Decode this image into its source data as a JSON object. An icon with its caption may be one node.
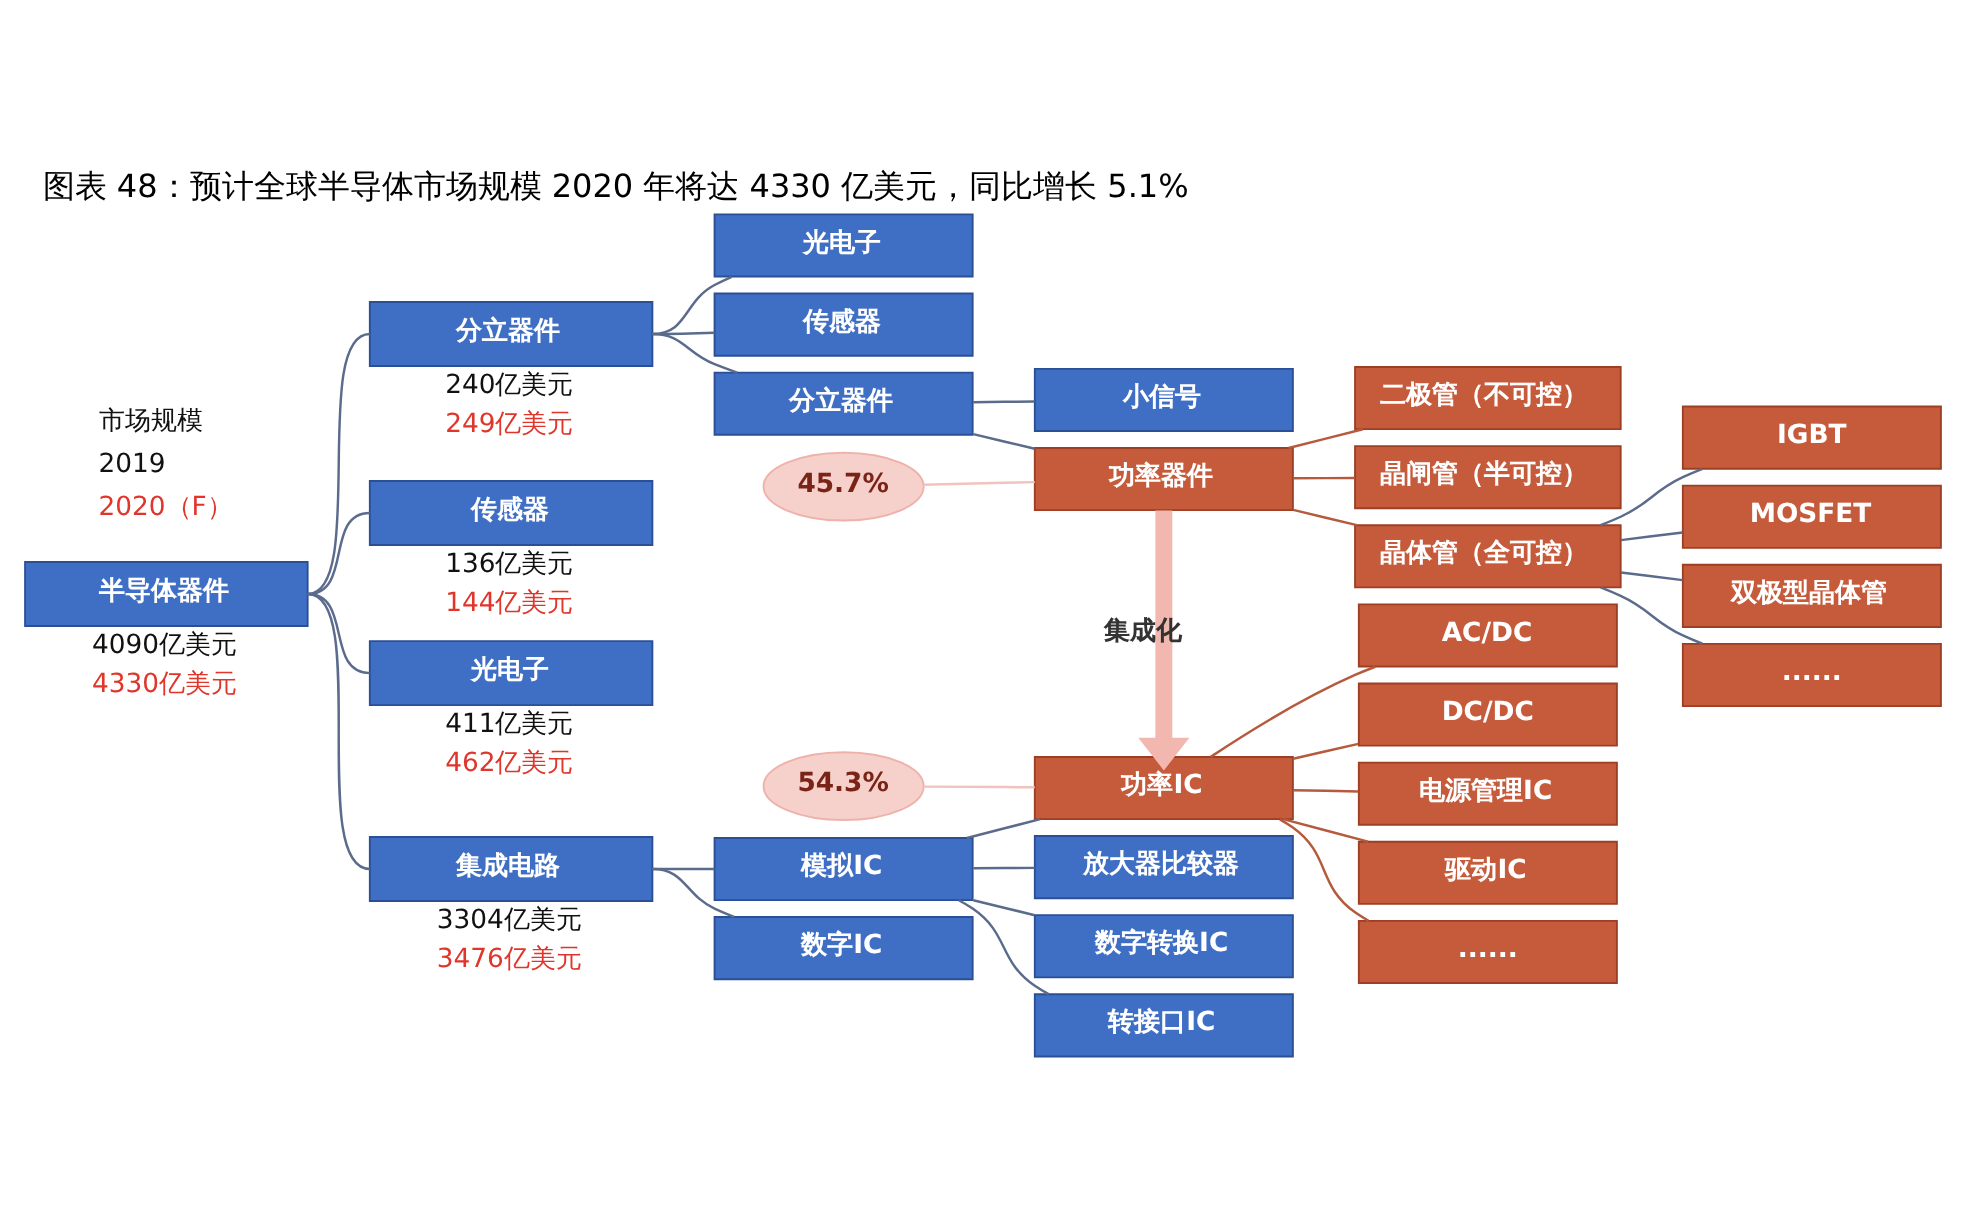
{
  "diagram": {
    "title": "图表 48：预计全球半导体市场规模 2020 年将达 4330 亿美元，同比增长 5.1%",
    "nodes": [
      {
        "text": [
          "半导体器件"
        ],
        "beside": [
          "4090亿美元",
          "4330亿美元"
        ]
      },
      {
        "text": [
          "分立器件"
        ],
        "beside": [
          "240亿美元",
          "249亿美元"
        ]
      },
      {
        "text": [
          "传感器"
        ],
        "beside": [
          "136亿美元",
          "144亿美元"
        ]
      },
      {
        "text": [
          "光电子"
        ],
        "beside": [
          "411亿美元",
          "462亿美元"
        ]
      },
      {
        "text": [
          "集成电路"
        ],
        "beside": [
          "3304亿美元",
          "3476亿美元"
        ]
      },
      {
        "text": [
          "光电子"
        ]
      },
      {
        "text": [
          "传感器"
        ]
      },
      {
        "text": [
          "分立器件"
        ]
      },
      {
        "text": [
          "小信号"
        ]
      },
      {
        "text": [
          "功率器件"
        ]
      },
      {
        "text": [
          "二极管（不可控）"
        ]
      },
      {
        "text": [
          "晶闸管（半可控）"
        ]
      },
      {
        "text": [
          "晶体管（全可控）"
        ]
      },
      {
        "text": [
          "IGBT"
        ]
      },
      {
        "text": [
          "MOSFET"
        ]
      },
      {
        "text": [
          "双极型晶体管"
        ]
      },
      {
        "text": [
          "......"
        ]
      },
      {
        "text": [
          "45.7%"
        ]
      },
      {
        "text": [
          "54.3%"
        ]
      },
      {
        "text": [
          "模拟IC"
        ]
      },
      {
        "text": [
          "数字IC"
        ]
      },
      {
        "text": [
          "功率IC"
        ]
      },
      {
        "text": [
          "放大器比较器"
        ]
      },
      {
        "text": [
          "数字转换IC"
        ]
      },
      {
        "text": [
          "转接口IC"
        ]
      },
      {
        "text": [
          "AC/DC"
        ]
      },
      {
        "text": [
          "DC/DC"
        ]
      },
      {
        "text": [
          "电源管理IC"
        ]
      },
      {
        "text": [
          "驱动IC"
        ]
      },
      {
        "text": [
          "......"
        ]
      }
    ],
    "edges": [
      {
        "from": 0,
        "to": 1,
        "arrow": "none"
      },
      {
        "from": 0,
        "to": 2,
        "arrow": "none"
      },
      {
        "from": 0,
        "to": 3,
        "arrow": "none"
      },
      {
        "from": 0,
        "to": 4,
        "arrow": "none"
      },
      {
        "from": 1,
        "to": 5,
        "arrow": "none"
      },
      {
        "from": 1,
        "to": 6,
        "arrow": "none"
      },
      {
        "from": 1,
        "to": 7,
        "arrow": "none"
      },
      {
        "from": 7,
        "to": 8,
        "arrow": "none"
      },
      {
        "from": 7,
        "to": 9,
        "arrow": "none"
      },
      {
        "from": 9,
        "to": 10,
        "arrow": "none",
        "color": "#b55a3c"
      },
      {
        "from": 9,
        "to": 11,
        "arrow": "none",
        "color": "#b55a3c"
      },
      {
        "from": 9,
        "to": 12,
        "arrow": "none",
        "color": "#b55a3c"
      },
      {
        "from": 12,
        "to": 13,
        "arrow": "none"
      },
      {
        "from": 12,
        "to": 14,
        "arrow": "none"
      },
      {
        "from": 12,
        "to": 15,
        "arrow": "none"
      },
      {
        "from": 12,
        "to": 16,
        "arrow": "none"
      },
      {
        "from": 17,
        "to": 9,
        "arrow": "none",
        "color": "#f2c2bc"
      },
      {
        "from": 9,
        "to": 21,
        "arrow": "to",
        "label": "集成化",
        "style": "thick",
        "color": "#f2b8b0"
      },
      {
        "from": 18,
        "to": 21,
        "arrow": "none",
        "color": "#f2c2bc"
      },
      {
        "from": 4,
        "to": 19,
        "arrow": "none"
      },
      {
        "from": 4,
        "to": 20,
        "arrow": "none"
      },
      {
        "from": 19,
        "to": 21,
        "arrow": "none"
      },
      {
        "from": 19,
        "to": 22,
        "arrow": "none"
      },
      {
        "from": 19,
        "to": 23,
        "arrow": "none"
      },
      {
        "from": 19,
        "to": 24,
        "arrow": "none"
      },
      {
        "from": 21,
        "to": 25,
        "arrow": "none",
        "color": "#b55a3c"
      },
      {
        "from": 21,
        "to": 26,
        "arrow": "none",
        "color": "#b55a3c"
      },
      {
        "from": 21,
        "to": 27,
        "arrow": "none",
        "color": "#b55a3c"
      },
      {
        "from": 21,
        "to": 28,
        "arrow": "none",
        "color": "#b55a3c"
      },
      {
        "from": 21,
        "to": 29,
        "arrow": "none",
        "color": "#b55a3c"
      }
    ],
    "labels": [
      "市场规模",
      "2019",
      "2020（F）"
    ]
  }
}
